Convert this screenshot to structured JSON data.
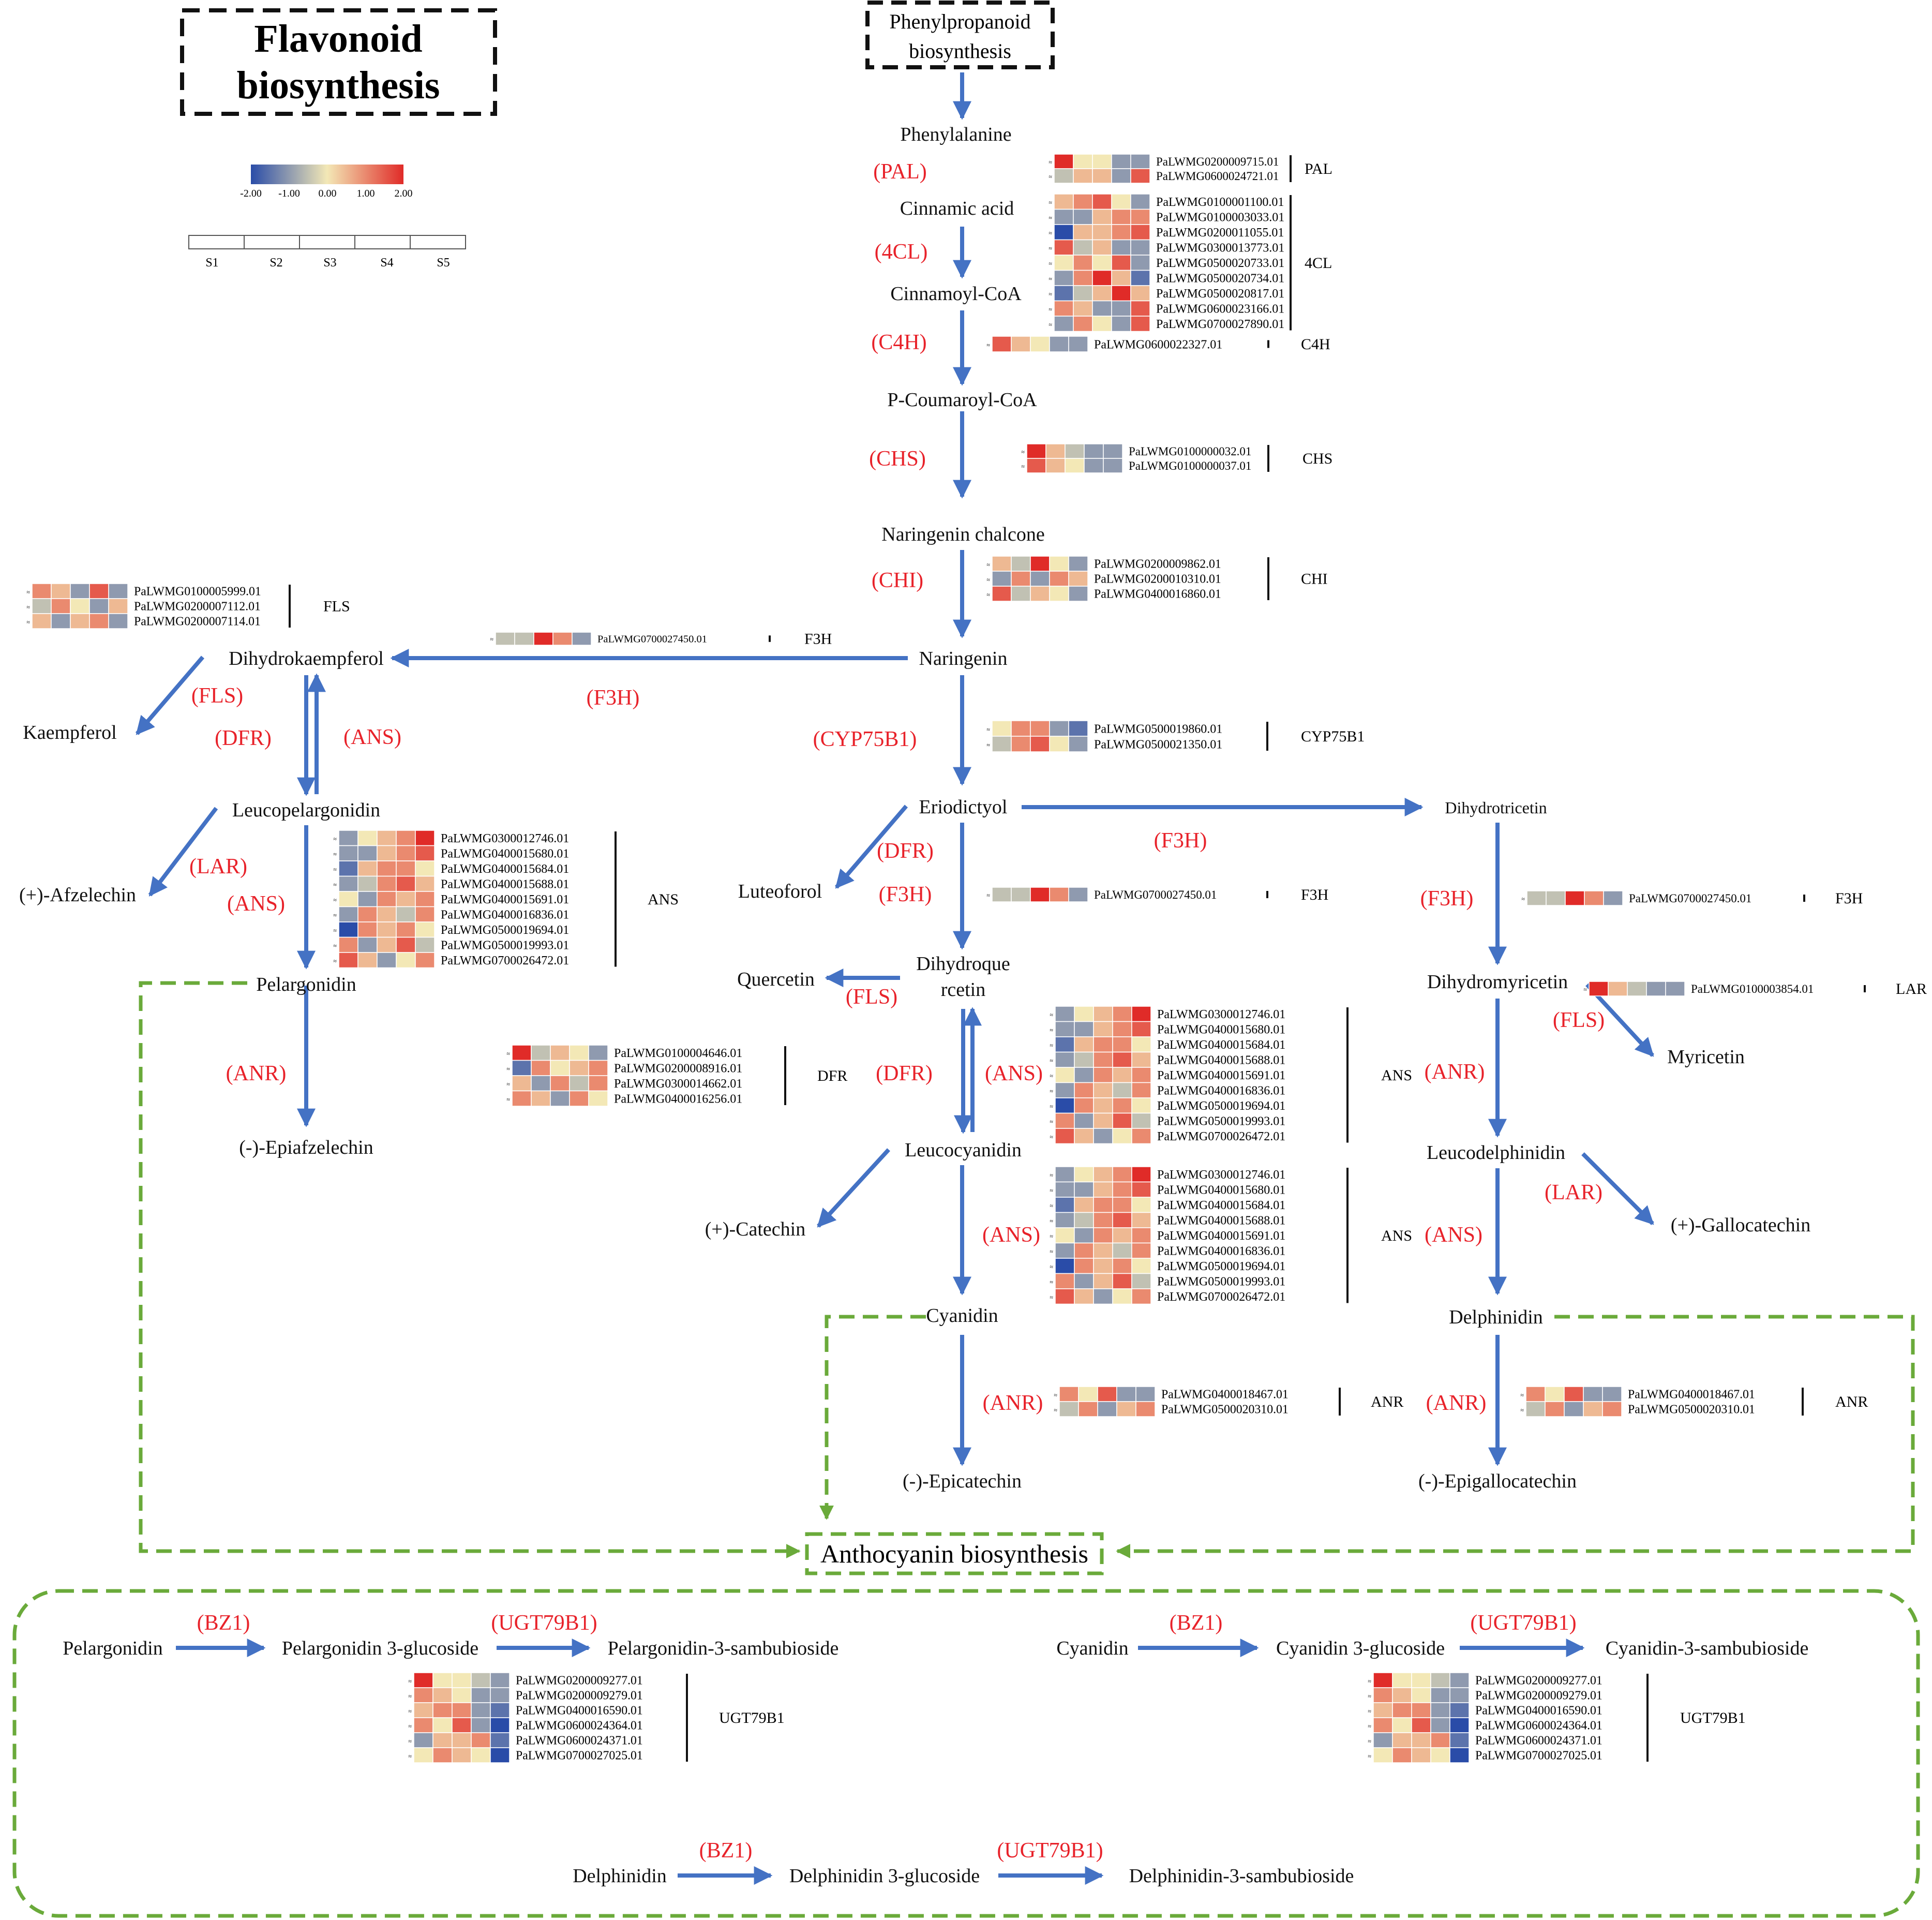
{
  "title": {
    "line1": "Flavonoid",
    "line2": "biosynthesis"
  },
  "source_box": {
    "line1": "Phenylpropanoid",
    "line2": "biosynthesis"
  },
  "anthocyanin_label": "Anthocyanin biosynthesis",
  "colors": {
    "arrow": "#4472c4",
    "enzyme": "#e8222a",
    "dashed": "#6aaa3a",
    "scale_low": "#2a4ca8",
    "scale_mid": "#f3e8b6",
    "scale_high": "#e02b28"
  },
  "color_scale": {
    "ticks": [
      "-2.00",
      "-1.00",
      "0.00",
      "1.00",
      "2.00"
    ]
  },
  "sample_key": [
    "S1",
    "S2",
    "S3",
    "S4",
    "S5"
  ],
  "compounds": {
    "phenylalanine": "Phenylalanine",
    "cinnamic": "Cinnamic acid",
    "cinnamoyl": "Cinnamoyl-CoA",
    "pcoumaroyl": "P-Coumaroyl-CoA",
    "naringenin_chalcone": "Naringenin chalcone",
    "naringenin": "Naringenin",
    "dihydrokaempferol": "Dihydrokaempferol",
    "kaempferol": "Kaempferol",
    "leucopelargonidin": "Leucopelargonidin",
    "afzelechin": "(+)-Afzelechin",
    "pelargonidin": "Pelargonidin",
    "epiafzelechin": "(-)-Epiafzelechin",
    "eriodictyol": "Eriodictyol",
    "luteoforol": "Luteoforol",
    "dihydroquercetin_1": "Dihydroque",
    "dihydroquercetin_2": "rcetin",
    "quercetin": "Quercetin",
    "leucocyanidin": "Leucocyanidin",
    "catechin": "(+)-Catechin",
    "cyanidin": "Cyanidin",
    "epicatechin": "(-)-Epicatechin",
    "dihydrotricetin": "Dihydrotricetin",
    "dihydromyricetin": "Dihydromyricetin",
    "myricetin": "Myricetin",
    "leucodelphinidin": "Leucodelphinidin",
    "gallocatechin": "(+)-Gallocatechin",
    "delphinidin": "Delphinidin",
    "epigallocatechin": "(-)-Epigallocatechin",
    "b_pelargonidin": "Pelargonidin",
    "b_pel_glc": "Pelargonidin 3-glucoside",
    "b_pel_samb": "Pelargonidin-3-sambubioside",
    "b_cyanidin": "Cyanidin",
    "b_cya_glc": "Cyanidin 3-glucoside",
    "b_cya_samb": "Cyanidin-3-sambubioside",
    "b_delphinidin": "Delphinidin",
    "b_del_glc": "Delphinidin 3-glucoside",
    "b_del_samb": "Delphinidin-3-sambubioside"
  },
  "enzymes": {
    "pal": "(PAL)",
    "fourcl": "(4CL)",
    "c4h": "(C4H)",
    "chs": "(CHS)",
    "chi": "(CHI)",
    "f3h_left": "(F3H)",
    "fls_left": "(FLS)",
    "dfr_left": "(DFR)",
    "ans_left_up": "(ANS)",
    "lar_left": "(LAR)",
    "ans_left": "(ANS)",
    "anr_left": "(ANR)",
    "cyp": "(CYP75B1)",
    "dfr_mid": "(DFR)",
    "f3h_mid": "(F3H)",
    "fls_mid": "(FLS)",
    "dfr_mid2": "(DFR)",
    "ans_mid_up": "(ANS)",
    "ans_mid": "(ANS)",
    "anr_mid": "(ANR)",
    "f3h_top_right": "(F3H)",
    "f3h_right": "(F3H)",
    "fls_right": "(FLS)",
    "anr_right_up": "(ANR)",
    "lar_right": "(LAR)",
    "ans_right": "(ANS)",
    "anr_right": "(ANR)",
    "bz1_a": "(BZ1)",
    "ugt_a": "(UGT79B1)",
    "bz1_b": "(BZ1)",
    "ugt_b": "(UGT79B1)",
    "bz1_c": "(BZ1)",
    "ugt_c": "(UGT79B1)"
  },
  "heatmaps": [
    {
      "label": "PAL",
      "genes": [
        "PaLWMG0200009715.01",
        "PaLWMG0600024721.01"
      ],
      "values": [
        [
          2,
          0,
          0,
          -1,
          -1
        ],
        [
          -0.5,
          0.5,
          0.5,
          -1,
          1.5
        ]
      ]
    },
    {
      "label": "4CL",
      "genes": [
        "PaLWMG0100001100.01",
        "PaLWMG0100003033.01",
        "PaLWMG0200011055.01",
        "PaLWMG0300013773.01",
        "PaLWMG0500020733.01",
        "PaLWMG0500020734.01",
        "PaLWMG0500020817.01",
        "PaLWMG0600023166.01",
        "PaLWMG0700027890.01"
      ],
      "values": [
        [
          0.5,
          1,
          1.5,
          0,
          -1
        ],
        [
          -1,
          -1,
          0.5,
          1,
          1
        ],
        [
          -2,
          0.5,
          0.5,
          1,
          1.5
        ],
        [
          1.5,
          -0.5,
          0.5,
          -1,
          -1
        ],
        [
          0,
          1,
          0,
          1.5,
          -1
        ],
        [
          -1,
          1,
          2,
          0.5,
          -1.5
        ],
        [
          -1.5,
          -0.5,
          0.5,
          2,
          0.5
        ],
        [
          1,
          0.5,
          -1,
          -1,
          1.5
        ],
        [
          -1,
          1,
          0,
          -1,
          1.5
        ]
      ]
    },
    {
      "label": "C4H",
      "genes": [
        "PaLWMG0600022327.01"
      ],
      "values": [
        [
          1.5,
          0.5,
          0,
          -1,
          -1
        ]
      ]
    },
    {
      "label": "CHS",
      "genes": [
        "PaLWMG0100000032.01",
        "PaLWMG0100000037.01"
      ],
      "values": [
        [
          2,
          0.5,
          -0.5,
          -1,
          -1
        ],
        [
          1.5,
          0.5,
          0,
          -1,
          -1
        ]
      ]
    },
    {
      "label": "CHI",
      "genes": [
        "PaLWMG0200009862.01",
        "PaLWMG0200010310.01",
        "PaLWMG0400016860.01"
      ],
      "values": [
        [
          0.5,
          -0.5,
          2,
          0,
          -1
        ],
        [
          -1,
          1,
          -1,
          1,
          0.5
        ],
        [
          1.5,
          -0.5,
          0.5,
          0,
          -1
        ]
      ]
    },
    {
      "label": "FLS",
      "genes": [
        "PaLWMG0100005999.01",
        "PaLWMG0200007112.01",
        "PaLWMG0200007114.01"
      ],
      "values": [
        [
          1,
          0.5,
          -1,
          1.5,
          -1
        ],
        [
          -0.5,
          1,
          0,
          -1,
          0.5
        ],
        [
          0.5,
          -1,
          0.5,
          1,
          -1
        ]
      ]
    },
    {
      "label": "F3H",
      "genes": [
        "PaLWMG0700027450.01"
      ],
      "values": [
        [
          -0.5,
          -0.5,
          2,
          1,
          -1
        ]
      ]
    },
    {
      "label": "CYP75B1",
      "genes": [
        "PaLWMG0500019860.01",
        "PaLWMG0500021350.01"
      ],
      "values": [
        [
          0,
          1,
          1,
          -1,
          -1.5
        ],
        [
          -0.5,
          1,
          1.5,
          0,
          -1
        ]
      ]
    },
    {
      "label": "ANS",
      "genes": [
        "PaLWMG0300012746.01",
        "PaLWMG0400015680.01",
        "PaLWMG0400015684.01",
        "PaLWMG0400015688.01",
        "PaLWMG0400015691.01",
        "PaLWMG0400016836.01",
        "PaLWMG0500019694.01",
        "PaLWMG0500019993.01",
        "PaLWMG0700026472.01"
      ],
      "values": [
        [
          -1,
          0,
          0.5,
          1,
          2
        ],
        [
          -1,
          -1,
          0.5,
          1,
          1.5
        ],
        [
          -1.5,
          0.5,
          1,
          1,
          0
        ],
        [
          -1,
          -0.5,
          1,
          1.5,
          0.5
        ],
        [
          0,
          -1,
          1,
          0.5,
          1
        ],
        [
          -1,
          1,
          0.5,
          -0.5,
          1
        ],
        [
          -2,
          1,
          0.5,
          1,
          0
        ],
        [
          1,
          -1,
          0.5,
          1.5,
          -0.5
        ],
        [
          1.5,
          0.5,
          -1,
          0,
          1
        ]
      ]
    },
    {
      "label": "F3H",
      "genes": [
        "PaLWMG0700027450.01"
      ],
      "values": [
        [
          -0.5,
          -0.5,
          2,
          1,
          -1
        ]
      ]
    },
    {
      "label": "F3H",
      "genes": [
        "PaLWMG0700027450.01"
      ],
      "values": [
        [
          -0.5,
          -0.5,
          2,
          1,
          -1
        ]
      ]
    },
    {
      "label": "LAR",
      "genes": [
        "PaLWMG0100003854.01"
      ],
      "values": [
        [
          2,
          0.5,
          -0.5,
          -1,
          -1
        ]
      ]
    },
    {
      "label": "ANS",
      "genes": [
        "PaLWMG0300012746.01",
        "PaLWMG0400015680.01",
        "PaLWMG0400015684.01",
        "PaLWMG0400015688.01",
        "PaLWMG0400015691.01",
        "PaLWMG0400016836.01",
        "PaLWMG0500019694.01",
        "PaLWMG0500019993.01",
        "PaLWMG0700026472.01"
      ],
      "values": [
        [
          -1,
          0,
          0.5,
          1,
          2
        ],
        [
          -1,
          -1,
          0.5,
          1,
          1.5
        ],
        [
          -1.5,
          0.5,
          1,
          1,
          0
        ],
        [
          -1,
          -0.5,
          1,
          1.5,
          0.5
        ],
        [
          0,
          -1,
          1,
          0.5,
          1
        ],
        [
          -1,
          1,
          0.5,
          -0.5,
          1
        ],
        [
          -2,
          1,
          0.5,
          1,
          0
        ],
        [
          1,
          -1,
          0.5,
          1.5,
          -0.5
        ],
        [
          1.5,
          0.5,
          -1,
          0,
          1
        ]
      ]
    },
    {
      "label": "DFR",
      "genes": [
        "PaLWMG0100004646.01",
        "PaLWMG0200008916.01",
        "PaLWMG0300014662.01",
        "PaLWMG0400016256.01"
      ],
      "values": [
        [
          2,
          -0.5,
          0.5,
          0,
          -1
        ],
        [
          -1.5,
          1,
          0,
          0.5,
          1
        ],
        [
          0.5,
          -1,
          1,
          -0.5,
          1
        ],
        [
          1,
          0.5,
          -1,
          1,
          0
        ]
      ]
    },
    {
      "label": "ANS",
      "genes": [
        "PaLWMG0300012746.01",
        "PaLWMG0400015680.01",
        "PaLWMG0400015684.01",
        "PaLWMG0400015688.01",
        "PaLWMG0400015691.01",
        "PaLWMG0400016836.01",
        "PaLWMG0500019694.01",
        "PaLWMG0500019993.01",
        "PaLWMG0700026472.01"
      ],
      "values": [
        [
          -1,
          0,
          0.5,
          1,
          2
        ],
        [
          -1,
          -1,
          0.5,
          1,
          1.5
        ],
        [
          -1.5,
          0.5,
          1,
          1,
          0
        ],
        [
          -1,
          -0.5,
          1,
          1.5,
          0.5
        ],
        [
          0,
          -1,
          1,
          0.5,
          1
        ],
        [
          -1,
          1,
          0.5,
          -0.5,
          1
        ],
        [
          -2,
          1,
          0.5,
          1,
          0
        ],
        [
          1,
          -1,
          0.5,
          1.5,
          -0.5
        ],
        [
          1.5,
          0.5,
          -1,
          0,
          1
        ]
      ]
    },
    {
      "label": "ANR",
      "genes": [
        "PaLWMG0400018467.01",
        "PaLWMG0500020310.01"
      ],
      "values": [
        [
          1,
          0,
          1.5,
          -1,
          -1
        ],
        [
          -0.5,
          1,
          -1,
          0.5,
          1
        ]
      ]
    },
    {
      "label": "ANR",
      "genes": [
        "PaLWMG0400018467.01",
        "PaLWMG0500020310.01"
      ],
      "values": [
        [
          1,
          0,
          1.5,
          -1,
          -1
        ],
        [
          -0.5,
          1,
          -1,
          0.5,
          1
        ]
      ]
    },
    {
      "label": "UGT79B1",
      "genes": [
        "PaLWMG0200009277.01",
        "PaLWMG0200009279.01",
        "PaLWMG0400016590.01",
        "PaLWMG0600024364.01",
        "PaLWMG0600024371.01",
        "PaLWMG0700027025.01"
      ],
      "values": [
        [
          2,
          0,
          0,
          -0.5,
          -1
        ],
        [
          1,
          0.5,
          0,
          -1,
          -1
        ],
        [
          0.5,
          1,
          1,
          -1,
          -1.5
        ],
        [
          1,
          0,
          1.5,
          -1,
          -2
        ],
        [
          -1,
          0.5,
          0.5,
          1,
          -1.5
        ],
        [
          0,
          1,
          0.5,
          0,
          -2
        ]
      ]
    },
    {
      "label": "UGT79B1",
      "genes": [
        "PaLWMG0200009277.01",
        "PaLWMG0200009279.01",
        "PaLWMG0400016590.01",
        "PaLWMG0600024364.01",
        "PaLWMG0600024371.01",
        "PaLWMG0700027025.01"
      ],
      "values": [
        [
          2,
          0,
          0,
          -0.5,
          -1
        ],
        [
          1,
          0.5,
          0,
          -1,
          -1
        ],
        [
          0.5,
          1,
          1,
          -1,
          -1.5
        ],
        [
          1,
          0,
          1.5,
          -1,
          -2
        ],
        [
          -1,
          0.5,
          0.5,
          1,
          -1.5
        ],
        [
          0,
          1,
          0.5,
          0,
          -2
        ]
      ]
    }
  ]
}
